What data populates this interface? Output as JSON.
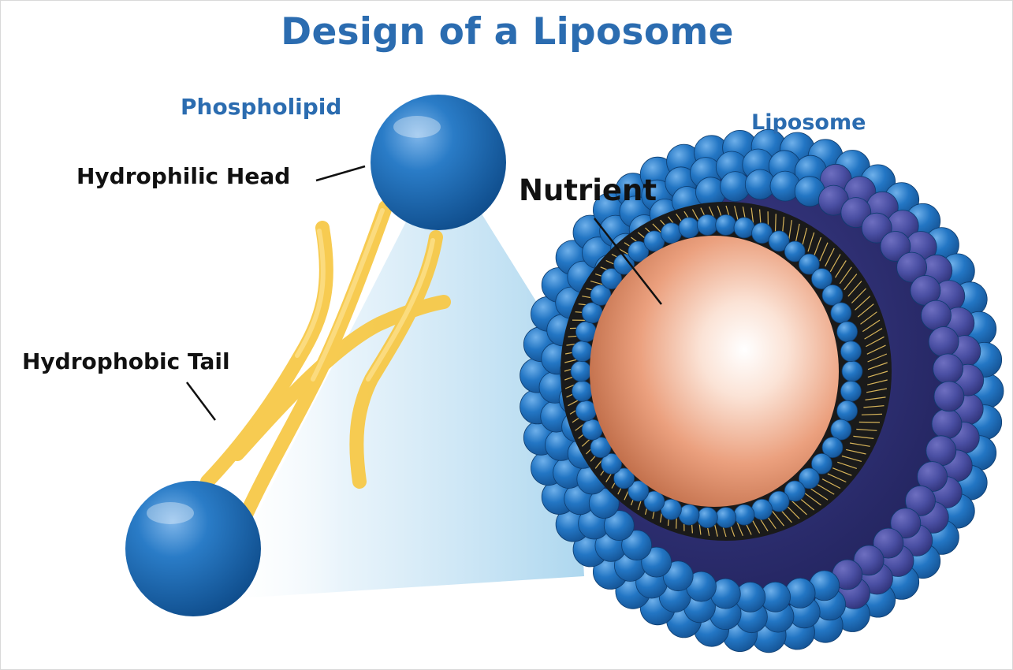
{
  "title": "Design of a Liposome",
  "labels": {
    "phospholipid": "Phospholipid",
    "hydrophilic_head": "Hydrophilic Head",
    "hydrophobic_tail": "Hydrophobic Tail",
    "nutrient": "Nutrient",
    "liposome": "Liposome"
  },
  "colors": {
    "title": "#2b6cb0",
    "head_blue": "#1f6fb8",
    "tail_yellow": "#f7c948",
    "nutrient_core": "#e8906a",
    "label_text": "#111111"
  }
}
